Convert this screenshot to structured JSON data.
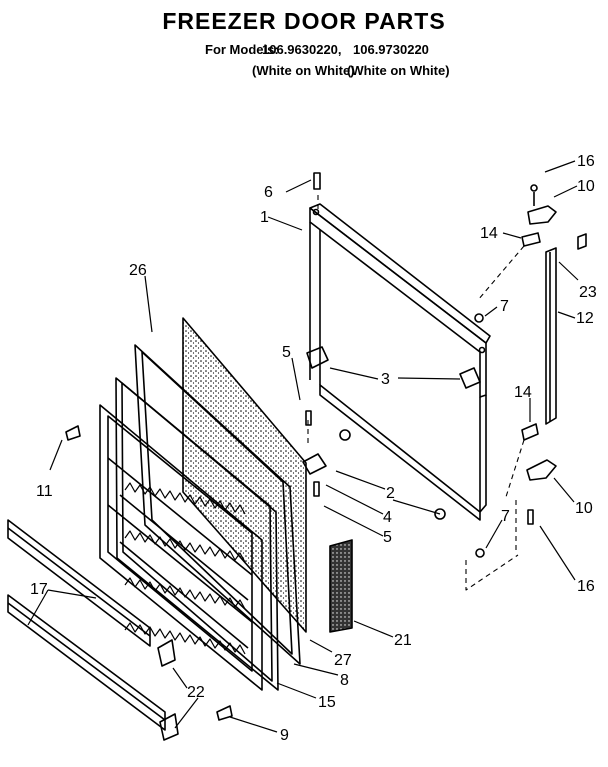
{
  "title": "FREEZER DOOR PARTS",
  "models": {
    "label": "For Models:",
    "model_1": "106.9630220,",
    "model_2": "106.9730220",
    "color_1": "(White on White)",
    "color_2": "(White on White)"
  },
  "callouts": {
    "c1": "1",
    "c2": "2",
    "c3": "3",
    "c4": "4",
    "c5a": "5",
    "c5b": "5",
    "c6": "6",
    "c7a": "7",
    "c7b": "7",
    "c8": "8",
    "c9": "9",
    "c10a": "10",
    "c10b": "10",
    "c11": "11",
    "c12": "12",
    "c14a": "14",
    "c14b": "14",
    "c15": "15",
    "c16a": "16",
    "c16b": "16",
    "c17": "17",
    "c21": "21",
    "c22": "22",
    "c23": "23",
    "c26": "26",
    "c27": "27"
  }
}
